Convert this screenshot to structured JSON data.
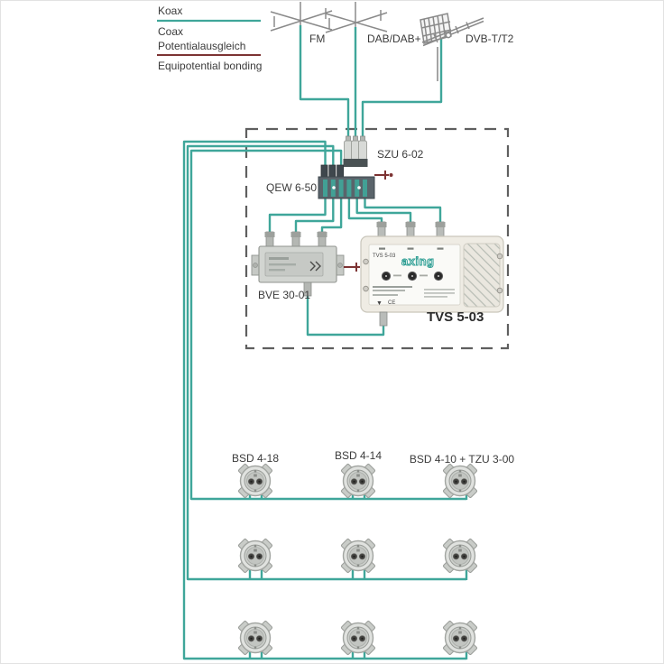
{
  "colors": {
    "coax": "#3FA69A",
    "bonding": "#7D3333",
    "dashed_box": "#5F5F5F",
    "brand_teal": "#2E9E93"
  },
  "legend": {
    "items": [
      {
        "label": "Koax"
      },
      {
        "label": "Coax"
      },
      {
        "label": "Potentialausgleich"
      },
      {
        "label": "Equipotential bonding"
      }
    ]
  },
  "antennas": {
    "fm": "FM",
    "dab": "DAB/DAB+",
    "dvbt": "DVB-T/T2"
  },
  "devices": {
    "szu": "SZU 6-02",
    "qew": "QEW 6-50",
    "bve": "BVE 30-01",
    "tvs": "TVS 5-03"
  },
  "tvs_face": {
    "model": "TVS 5-03",
    "brand": "axing",
    "ce": "CE",
    "arrow": "▼"
  },
  "outlets": {
    "row1_labels": [
      "BSD 4-18",
      "BSD 4-14",
      "BSD 4-10 + TZU 3-00"
    ]
  }
}
